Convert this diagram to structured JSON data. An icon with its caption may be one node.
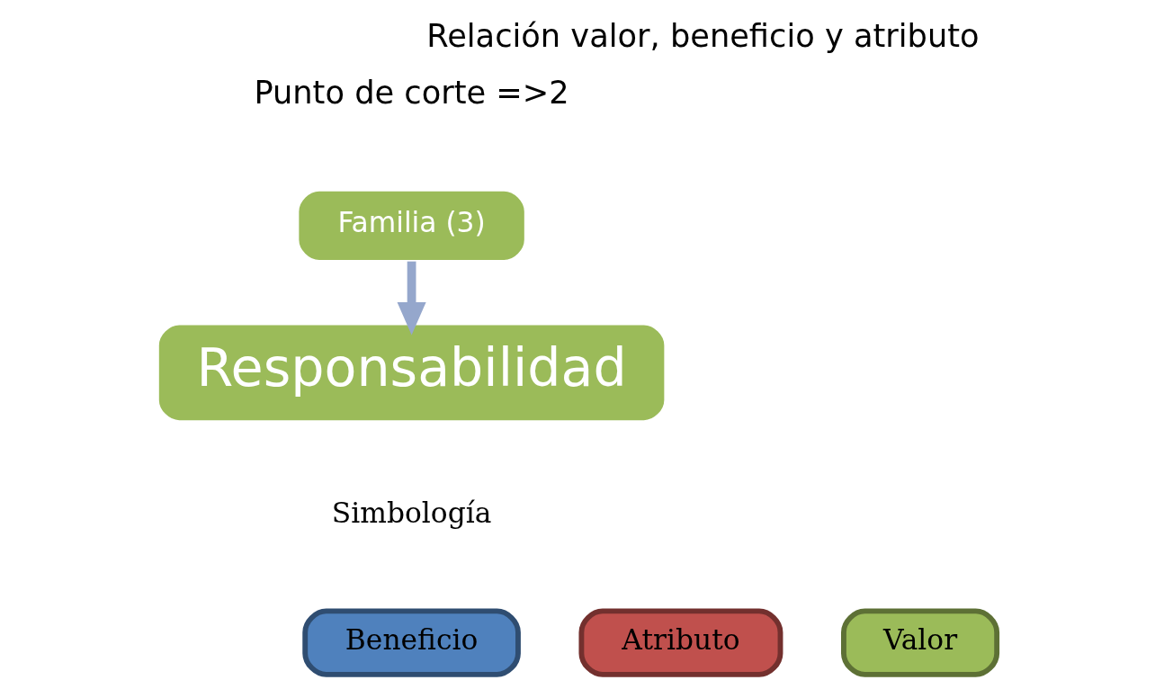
{
  "diagram": {
    "title": "Relación valor, beneficio y atributo",
    "nodes": [
      {
        "text": [
          "Familia (3)"
        ]
      },
      {
        "text": [
          "Responsabilidad"
        ]
      }
    ],
    "edges": [
      {
        "from": 0,
        "to": 1,
        "arrow": "to"
      }
    ],
    "labels": [
      "Punto de corte =>2",
      "Simbología"
    ],
    "legend": [
      {
        "text": "Beneficio",
        "color": "#4f81bd"
      },
      {
        "text": "Atributo",
        "color": "#c0504d"
      },
      {
        "text": "Valor",
        "color": "#9bbb59"
      }
    ]
  }
}
